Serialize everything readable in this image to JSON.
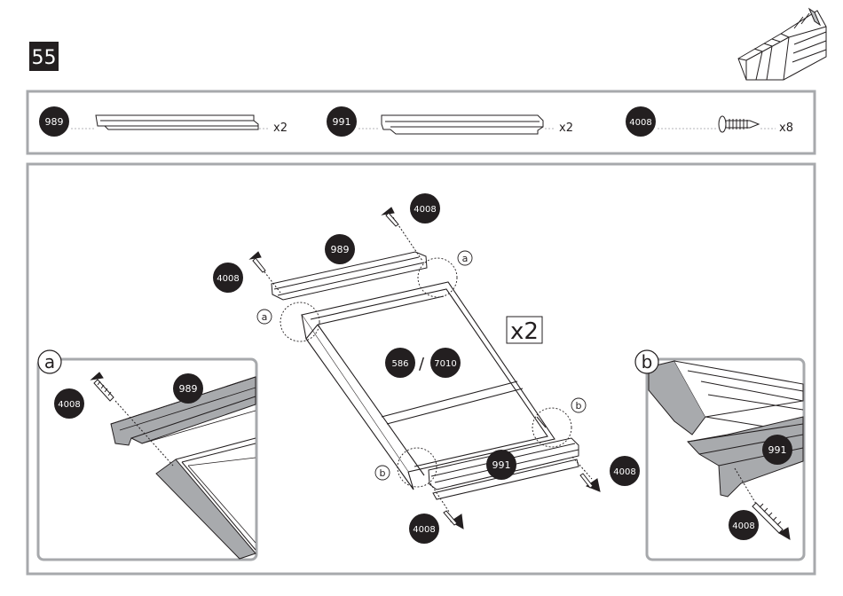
{
  "step": {
    "number": "55"
  },
  "parts_list": [
    {
      "part": "989",
      "qty": "x2"
    },
    {
      "part": "991",
      "qty": "x2"
    },
    {
      "part": "4008",
      "qty": "x8"
    }
  ],
  "assembly": {
    "multiplier": "x2",
    "panel_parts": [
      "586",
      "7010"
    ],
    "panel_separator": "/",
    "top_bar": "989",
    "bottom_bar": "991",
    "screw": "4008",
    "callouts": {
      "a": "a",
      "b": "b"
    }
  },
  "detail_a": {
    "label": "a",
    "screw": "4008",
    "bar": "989"
  },
  "detail_b": {
    "label": "b",
    "bar": "991",
    "screw": "4008"
  },
  "colors": {
    "badge": "#231f20",
    "frame": "#a7a9ac",
    "profile_grey": "#a8aaad",
    "line": "#231f20"
  }
}
